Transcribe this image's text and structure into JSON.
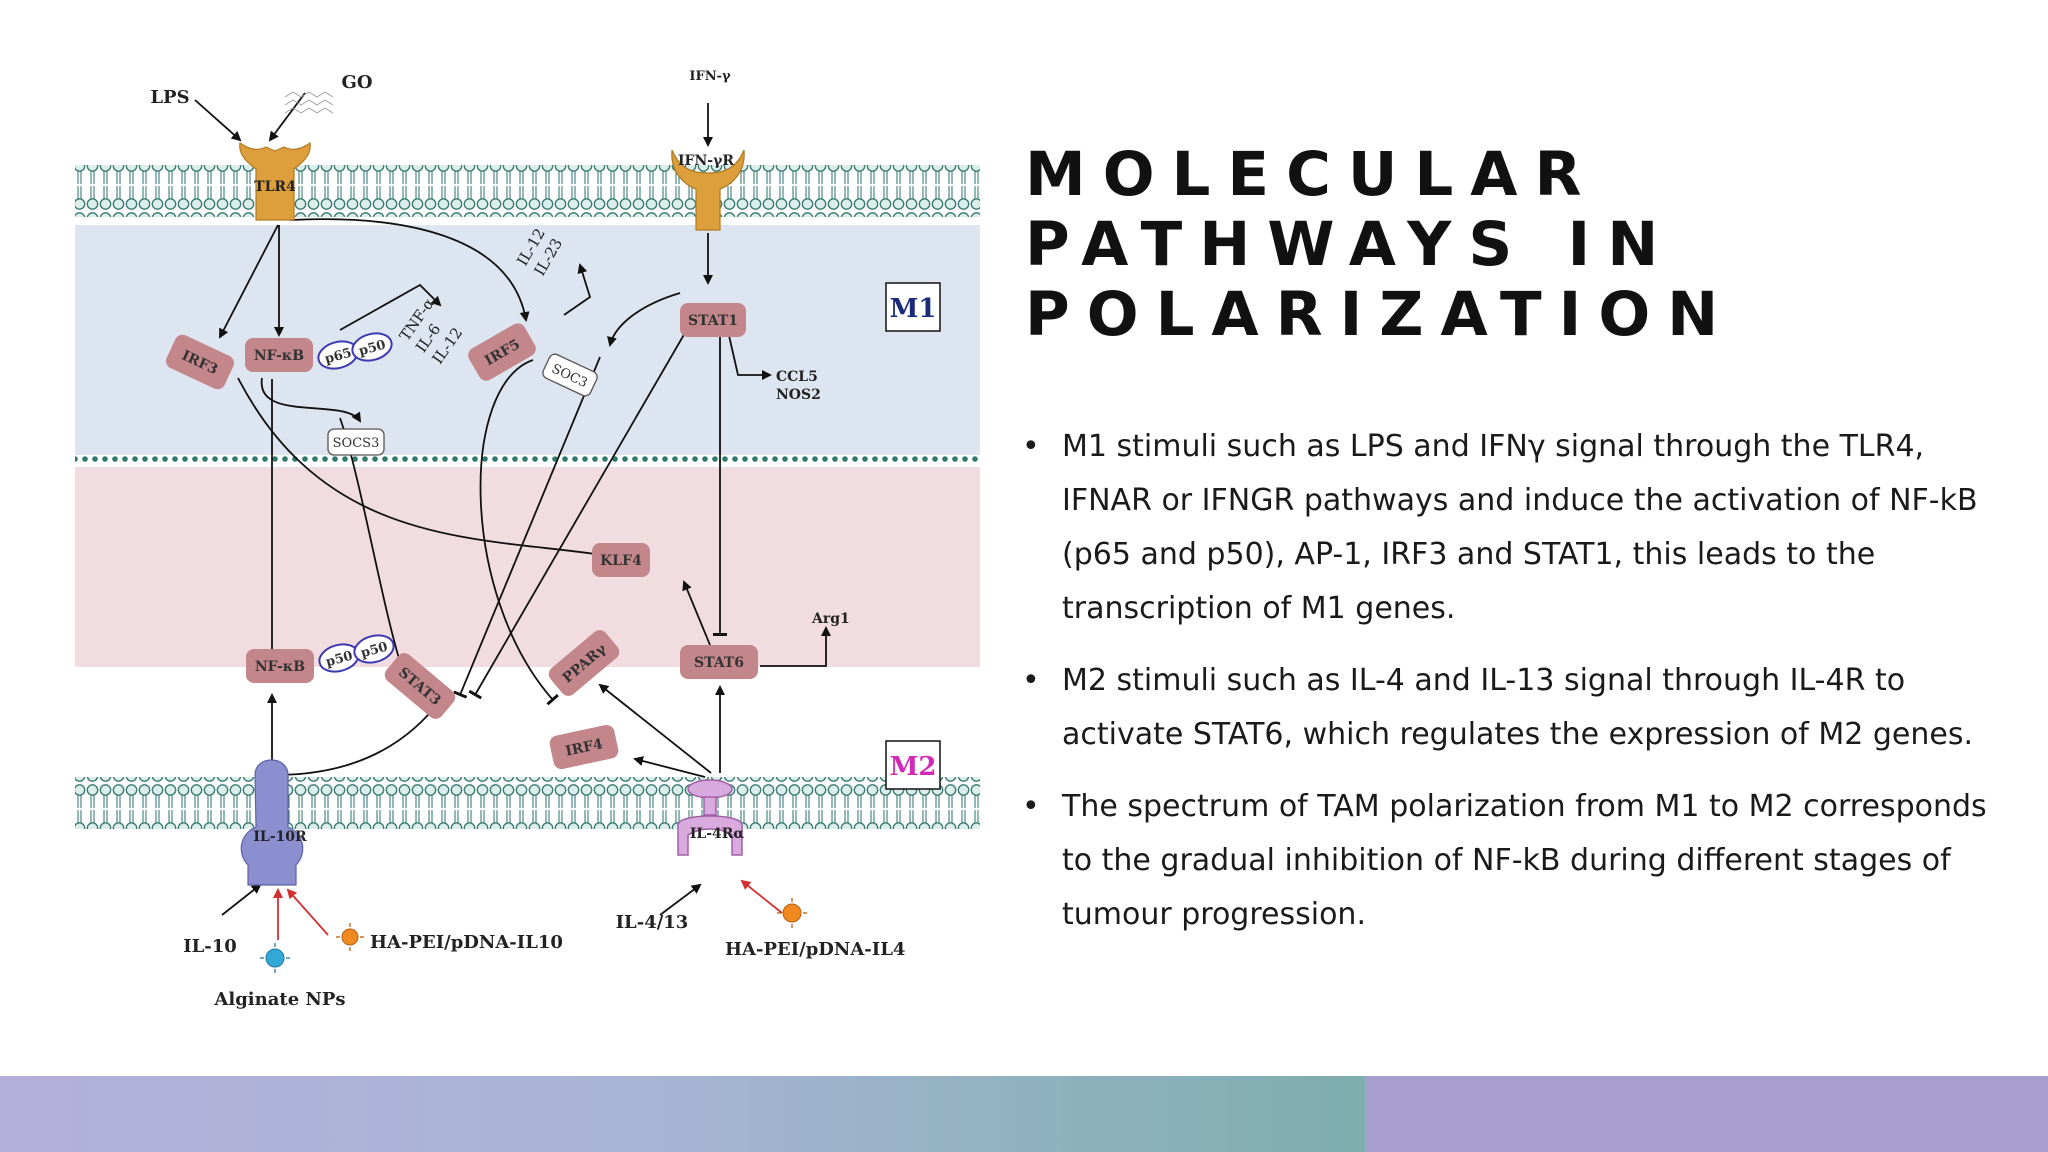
{
  "title": {
    "line1": "MOLECULAR",
    "line2": "PATHWAYS IN",
    "line3": "POLARIZATION"
  },
  "bullets": [
    "M1 stimuli such as LPS and IFNγ signal through the TLR4, IFNAR or IFNGR pathways and induce the activation of NF-kB (p65 and p50), AP-1, IRF3 and STAT1, this leads to the transcription of M1 genes.",
    "M2 stimuli such as IL-4 and IL-13 signal through IL-4R to activate STAT6, which regulates the expression of M2 genes.",
    "The spectrum of TAM polarization from M1 to M2 corresponds to the gradual inhibition of NF-kB during different stages of tumour progression."
  ],
  "diagram": {
    "labels": {
      "lps": "LPS",
      "go": "GO",
      "ifng": "IFN-γ",
      "tlr4": "TLR4",
      "ifngr": "IFN-γR",
      "m1": "M1",
      "m2": "M2",
      "irf3": "IRF3",
      "nfkb_top": "NF-κB",
      "p65": "p65",
      "p50_top": "p50",
      "tnfa": "TNF-α",
      "il6": "IL-6",
      "il12_a": "IL-12",
      "irf5": "IRF5",
      "il12_b": "IL-12",
      "il23": "IL-23",
      "socs3": "SOCS3",
      "soc3": "SOC3",
      "stat1": "STAT1",
      "ccl5": "CCL5",
      "nos2": "NOS2",
      "klf4": "KLF4",
      "arg1": "Arg1",
      "nfkb_bottom": "NF-κB",
      "p50_a": "p50",
      "p50_b": "p50",
      "stat3": "STAT3",
      "ppar": "PPARγ",
      "stat6": "STAT6",
      "irf4": "IRF4",
      "il10r": "IL-10R",
      "il4ra": "IL-4Rα",
      "il10": "IL-10",
      "alginate": "Alginate NPs",
      "hapei10": "HA-PEI/pDNA-IL10",
      "il413": "IL-4/13",
      "hapei4": "HA-PEI/pDNA-IL4"
    }
  },
  "colors": {
    "m1_region": "#dde5f0",
    "m2_region": "#f1dde0",
    "node_fill": "#c3868b",
    "receptor_orange": "#dd9e3c",
    "receptor_purple": "#8b8fd0",
    "receptor_pink": "#d9aadd",
    "footer_purple": "#a89fce",
    "footer_teal": "#7eaeae"
  }
}
